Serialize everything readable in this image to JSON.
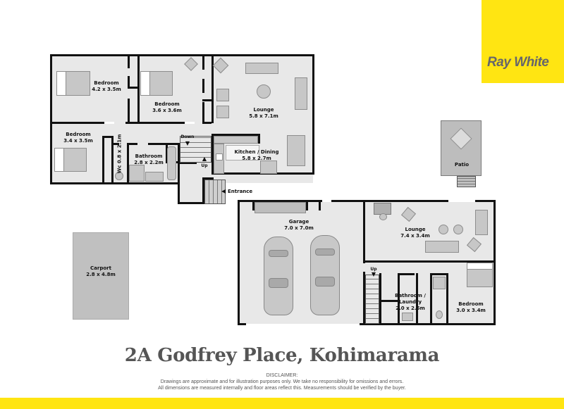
{
  "brand": {
    "name": "Ray White",
    "color": "#ffe512",
    "text_color": "#66666a"
  },
  "address": "2A Godfrey Place, Kohimarama",
  "disclaimer": {
    "heading": "DISCLAIMER:",
    "line1": "Drawings are approximate and for illustration purposes only. We take no responsibility for omissions and errors.",
    "line2": "All dimensions are measured internally and floor areas reflect this. Measurements should be verified by the buyer."
  },
  "rooms": {
    "bedroom1": {
      "name": "Bedroom",
      "size": "4.2 x 3.5m"
    },
    "bedroom2": {
      "name": "Bedroom",
      "size": "3.6 x 3.6m"
    },
    "bedroom3": {
      "name": "Bedroom",
      "size": "3.4 x 3.5m"
    },
    "wc": {
      "name": "Wc",
      "size": "0.8 x 2.1m"
    },
    "bathroom1": {
      "name": "Bathroom",
      "size": "2.8 x 2.2m"
    },
    "lounge1": {
      "name": "Lounge",
      "size": "5.8 x 7.1m"
    },
    "kitchen": {
      "name": "Kitchen / Dining",
      "size": "5.8 x 2.7m"
    },
    "garage": {
      "name": "Garage",
      "size": "7.0 x 7.0m"
    },
    "lounge2": {
      "name": "Lounge",
      "size": "7.4 x 3.4m"
    },
    "patio": {
      "name": "Patio"
    },
    "bathroom2": {
      "name": "Bathroom /",
      "name2": "Laundry",
      "size": "2.0 x 2.6m"
    },
    "bedroom4": {
      "name": "Bedroom",
      "size": "3.0 x 3.4m"
    },
    "carport": {
      "name": "Carport",
      "size": "2.8 x 4.8m"
    }
  },
  "markers": {
    "down": "Down",
    "up_upper": "Up",
    "up_lower": "Up",
    "entrance": "Entrance"
  }
}
